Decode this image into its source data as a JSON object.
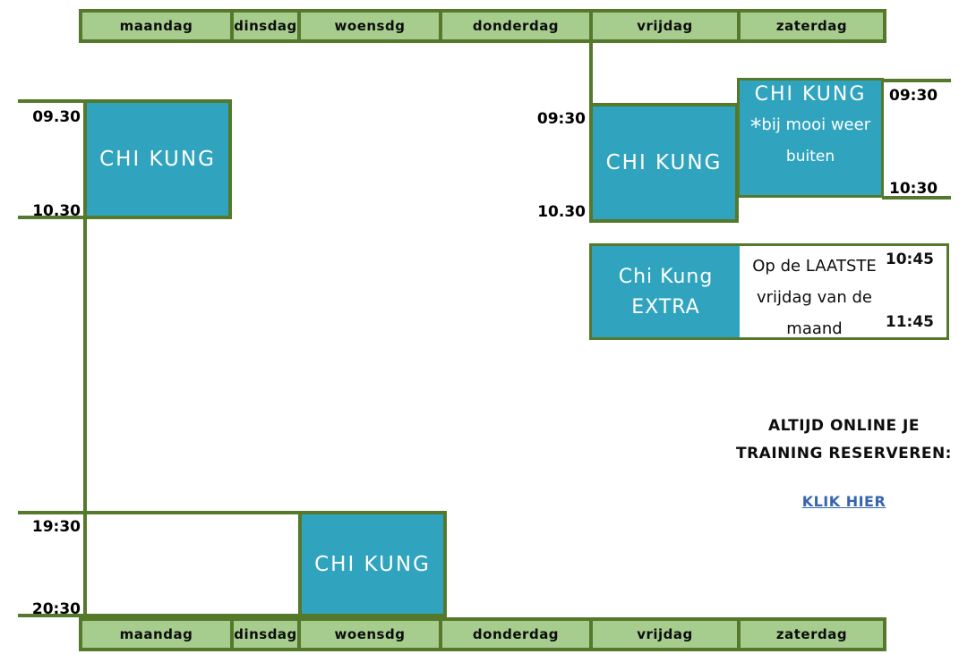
{
  "days": [
    "maandag",
    "dinsdag",
    "woensdg",
    "donderdag",
    "vrijdag",
    "zaterdag"
  ],
  "classes": {
    "monday_morning": {
      "title": "CHI KUNG",
      "start": "09.30",
      "end": "10.30"
    },
    "friday_morning": {
      "title": "CHI KUNG",
      "start": "09:30",
      "end": "10.30"
    },
    "saturday_morning": {
      "title": "CHI KUNG",
      "star": "*",
      "note_line1": "bij mooi weer",
      "note_line2": "buiten",
      "start": "09:30",
      "end": "10:30"
    },
    "friday_extra": {
      "title_line1": "Chi Kung",
      "title_line2": "EXTRA",
      "note_line1": "Op de LAATSTE",
      "note_line2": "vrijdag van de",
      "note_line3": "maand",
      "start": "10:45",
      "end": "11:45"
    },
    "wednesday_evening": {
      "title": "CHI KUNG",
      "start": "19:30",
      "end": "20:30"
    }
  },
  "booking": {
    "line1": "ALTIJD ONLINE JE",
    "line2": "TRAINING RESERVEREN:",
    "link_label": "KLIK HIER"
  },
  "colors": {
    "block_teal": "#30a4bf",
    "header_cell_green": "#a7cd8e",
    "border_green": "#55792b",
    "link_blue": "#3766ae"
  }
}
